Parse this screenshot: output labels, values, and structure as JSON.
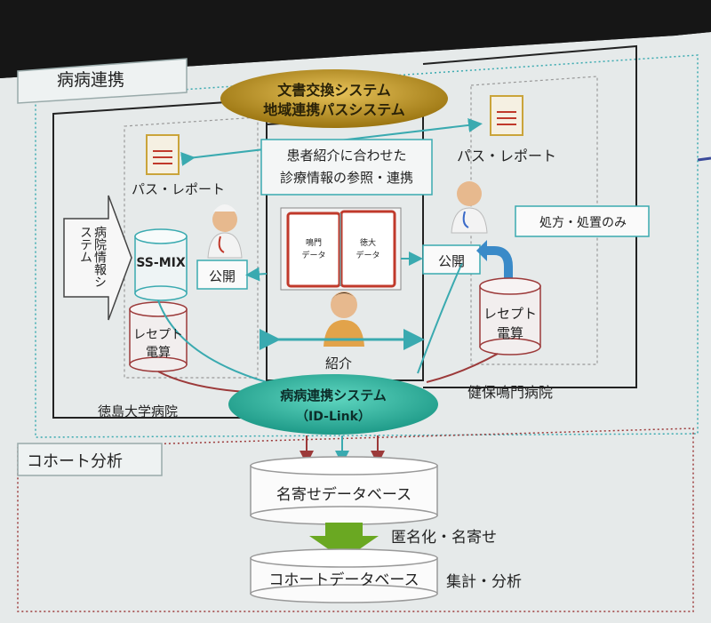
{
  "sections": {
    "byobyo": "病病連携",
    "cohort": "コホート分析"
  },
  "top_ellipse": {
    "line1": "文書交換システム",
    "line2": "地域連携パスシステム"
  },
  "left_hospital": {
    "name": "徳島大学病院",
    "path_report": "パス・レポート",
    "hospital_info_system": "病院情報システム",
    "ssmix": "SS-MIX",
    "publish": "公開",
    "receipt": "レセプト",
    "receipt2": "電算"
  },
  "center": {
    "caption_line1": "患者紹介に合わせた",
    "caption_line2": "診療情報の参照・連携",
    "book_left_line1": "鳴門",
    "book_left_line2": "データ",
    "book_right_line1": "徳大",
    "book_right_line2": "データ",
    "referral": "紹介"
  },
  "right_hospital": {
    "name": "健保鳴門病院",
    "path_report": "パス・レポート",
    "prescription_only": "処方・処置のみ",
    "publish": "公開",
    "receipt": "レセプト",
    "receipt2": "電算"
  },
  "idlink": {
    "line1": "病病連携システム",
    "line2": "（ID-Link）"
  },
  "cohort_flow": {
    "db1": "名寄せデータベース",
    "step": "匿名化・名寄せ",
    "db2": "コホートデータベース",
    "step2": "集計・分析"
  },
  "colors": {
    "screen": "#e9ecec",
    "teal": "#3aaab0",
    "idlink": "#2bb3a0",
    "gold": "#b08a1a",
    "green_arrow": "#6aa822",
    "dark_red": "#9c3a3a",
    "blue_arrow": "#3a8ac8"
  }
}
